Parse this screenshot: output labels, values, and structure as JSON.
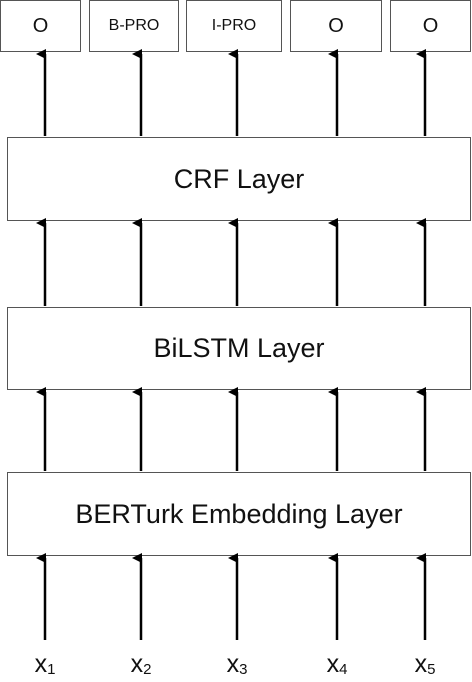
{
  "outputs": [
    "O",
    "B-PRO",
    "I-PRO",
    "O",
    "O"
  ],
  "layers": {
    "crf": "CRF Layer",
    "bilstm": "BiLSTM Layer",
    "embedding": "BERTurk Embedding Layer"
  },
  "inputs": [
    {
      "base": "x",
      "sub": "1"
    },
    {
      "base": "x",
      "sub": "2"
    },
    {
      "base": "x",
      "sub": "3"
    },
    {
      "base": "x",
      "sub": "4"
    },
    {
      "base": "x",
      "sub": "5"
    }
  ]
}
